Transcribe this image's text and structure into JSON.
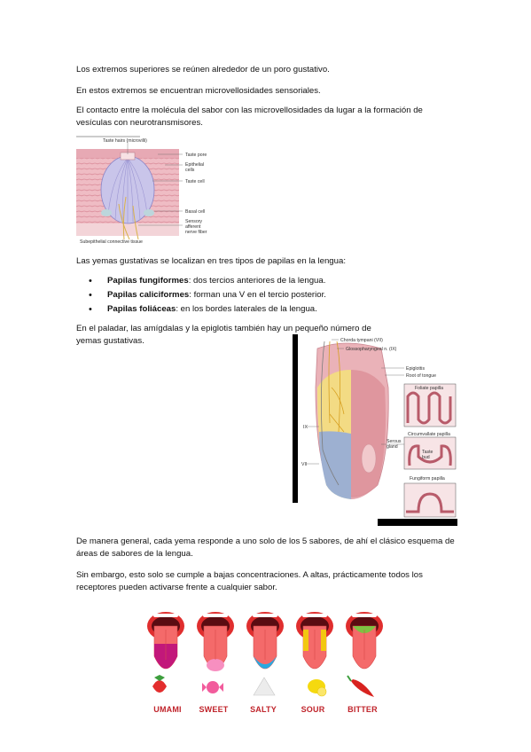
{
  "paragraphs": {
    "p1": "Los extremos superiores se reúnen alrededor de un poro gustativo.",
    "p2": "En estos extremos se encuentran microvellosidades sensoriales.",
    "p3": "El contacto entre la molécula del sabor con las microvellosidades da lugar a la formación de vesículas con neurotransmisores.",
    "p4": "Las yemas gustativas se localizan en tres tipos de papilas en la lengua:",
    "p5": "En el paladar, las amígdalas y la epiglotis también hay un pequeño número de yemas gustativas.",
    "p6": "De manera general, cada yema responde a uno solo de los 5 sabores, de ahí el clásico esquema de áreas de sabores de la lengua.",
    "p7": "Sin embargo, esto solo se cumple a bajas concentraciones. A altas, prácticamente todos los receptores pueden activarse frente a cualquier sabor."
  },
  "bullets": [
    {
      "term": "Papilas fungiformes",
      "desc": ": dos tercios anteriores de la lengua."
    },
    {
      "term": "Papilas caliciformes",
      "desc": ": forman una V en el tercio posterior."
    },
    {
      "term": "Papilas foliáceas",
      "desc": ": en los bordes laterales de la lengua."
    }
  ],
  "taste_bud_figure": {
    "labels": {
      "taste_hairs": "Taste hairs (microvilli)",
      "taste_pore": "Taste pore",
      "epithelial": "Epithelial",
      "cells": "cells",
      "taste_cell": "Taste cell",
      "basal_cell": "Basal cell",
      "sensory": "Sensory",
      "afferent": "afferent",
      "nerve_fiber": "nerve fiber",
      "connective": "Subepithelial connective tissue"
    }
  },
  "tongue_figure": {
    "labels": {
      "chorda": "Chorda tympani (VII)",
      "glosso": "Glossopharyngeal n. (IX)",
      "epiglottis": "Epiglottis",
      "root": "Root of tongue",
      "foliate": "Foliate papilla",
      "circumvallate": "Circumvallate papilla",
      "taste": "Taste",
      "bud": "bud",
      "serous": "Serous",
      "gland": "gland",
      "fungiform": "Fungiform papilla",
      "nerve_ix": "IX",
      "nerve_vii": "VII"
    }
  },
  "flavors": {
    "umami": "UMAMI",
    "sweet": "SWEET",
    "salty": "SALTY",
    "sour": "SOUR",
    "bitter": "BITTER"
  },
  "colors": {
    "flavor_label": "#c0242b",
    "umami_zone": "#c2187a",
    "sweet_zone": "#f78fc0",
    "salty_zone": "#29a9e0",
    "sour_zone": "#f2c811",
    "bitter_zone": "#7ec242"
  }
}
